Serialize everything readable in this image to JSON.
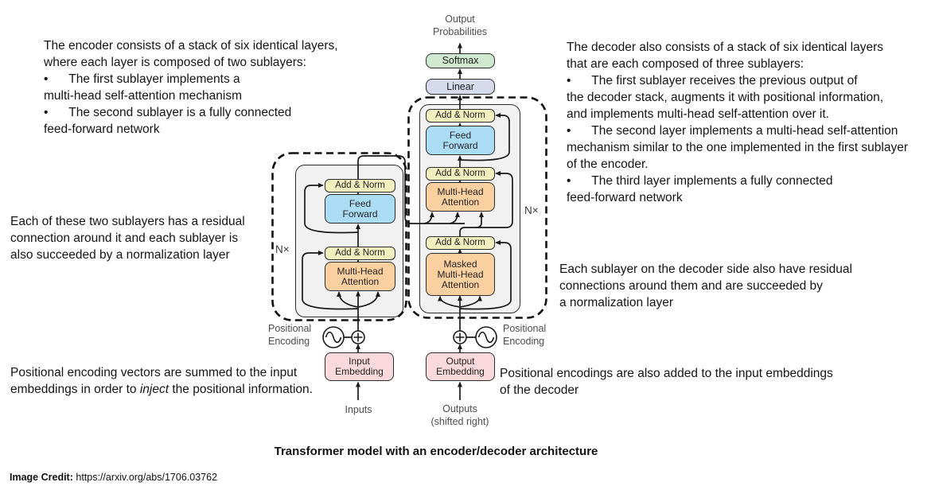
{
  "annotations": {
    "encoder_note": "The encoder consists of a stack of six identical layers,\nwhere each layer is composed of two sublayers:\n•      The first sublayer implements a\nmulti-head self-attention mechanism\n•      The second sublayer is a fully connected\nfeed-forward network",
    "decoder_note": "The decoder also consists of a stack of six identical layers\nthat are each composed of three sublayers:\n•      The first sublayer receives the previous output of\nthe decoder stack, augments it with positional information,\nand implements multi-head self-attention over it.\n•      The second layer implements a multi-head self-attention\nmechanism similar to the one implemented in the first sublayer\nof the encoder.\n•      The third layer implements a fully connected\nfeed-forward network",
    "encoder_residual_note": "Each of these two sublayers has a residual\nconnection around it and each sublayer is\nalso succeeded by a normalization layer",
    "decoder_residual_note": "Each sublayer on the decoder side also have residual\nconnections around them and are succeeded by\na normalization layer",
    "pos_enc_left_before": "Positional encoding vectors are summed to the input\nembeddings in order to ",
    "pos_enc_left_italic": "inject",
    "pos_enc_left_after": " the positional information.",
    "pos_enc_right": "Positional encodings are also added to the input embeddings\nof the decoder"
  },
  "diagram": {
    "output_probabilities": "Output\nProbabilities",
    "softmax": "Softmax",
    "linear": "Linear",
    "add_norm": "Add & Norm",
    "feed_forward": "Feed\nForward",
    "multi_head_attention": "Multi-Head\nAttention",
    "masked_multi_head_attention": "Masked\nMulti-Head\nAttention",
    "n_times": "N×",
    "positional_encoding": "Positional\nEncoding",
    "input_embedding": "Input\nEmbedding",
    "output_embedding": "Output\nEmbedding",
    "inputs": "Inputs",
    "outputs": "Outputs\n(shifted right)"
  },
  "caption": "Transformer model with an encoder/decoder architecture",
  "credit": {
    "label": "Image Credit:",
    "url": " https://arxiv.org/abs/1706.03762"
  },
  "colors": {
    "add_norm": "#f2efbe",
    "feed_forward": "#aadcf4",
    "attention": "#fbd0a0",
    "softmax": "#cfe8cf",
    "linear": "#d7daea",
    "embedding": "#fad9dc",
    "panel_fill": "#f1f1f2",
    "wire": "#1a1a1a",
    "label_gray": "#4d4d4d"
  }
}
